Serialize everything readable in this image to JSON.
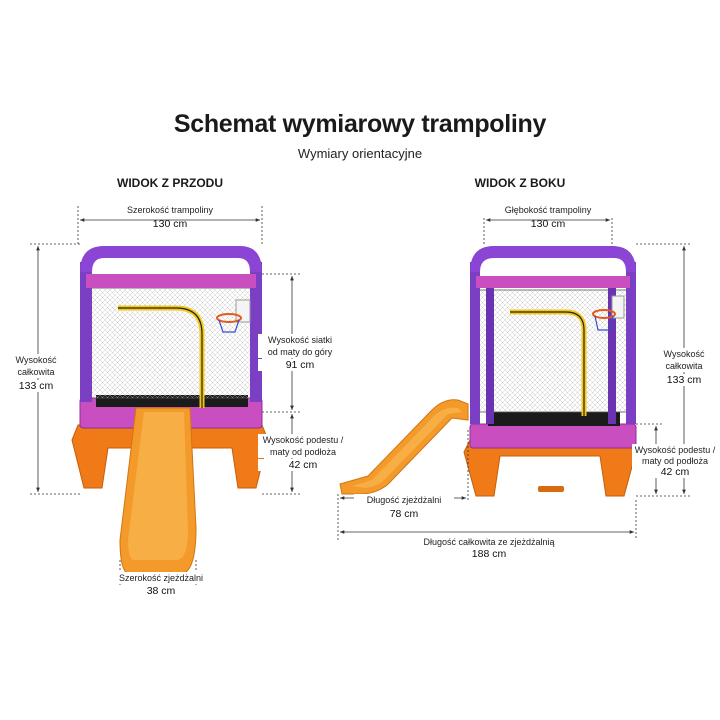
{
  "title": "Schemat wymiarowy trampoliny",
  "subtitle": "Wymiary orientacyjne",
  "front_view": {
    "heading": "WIDOK Z PRZODU",
    "width_label": "Szerokość trampoliny",
    "width_value": "130 cm",
    "height_label_1": "Wysokość",
    "height_label_2": "całkowita",
    "height_value": "133 cm",
    "net_label_1": "Wysokość siatki",
    "net_label_2": "od maty do góry",
    "net_value": "91 cm",
    "platform_label_1": "Wysokość podestu /",
    "platform_label_2": "maty od podłoża",
    "platform_value": "42 cm",
    "slide_width_label": "Szerokość zjeżdżalni",
    "slide_width_value": "38 cm"
  },
  "side_view": {
    "heading": "WIDOK Z BOKU",
    "depth_label": "Głębokość trampoliny",
    "depth_value": "130 cm",
    "height_label_1": "Wysokość",
    "height_label_2": "całkowita",
    "height_value": "133 cm",
    "platform_label_1": "Wysokość podestu /",
    "platform_label_2": "maty od podłoża",
    "platform_value": "42 cm",
    "slide_length_label": "Długość zjeżdżalni",
    "slide_length_value": "78 cm",
    "total_length_label": "Długość całkowita ze zjeżdżalnią",
    "total_length_value": "188 cm"
  },
  "colors": {
    "frame_purple": "#7b3fc4",
    "mat_pink": "#c94fc0",
    "base_orange": "#f07a18",
    "slide_orange": "#f39a2a",
    "arc_yellow": "#f2c813",
    "mat_black": "#1b1b1b",
    "dim_line": "#333333"
  }
}
